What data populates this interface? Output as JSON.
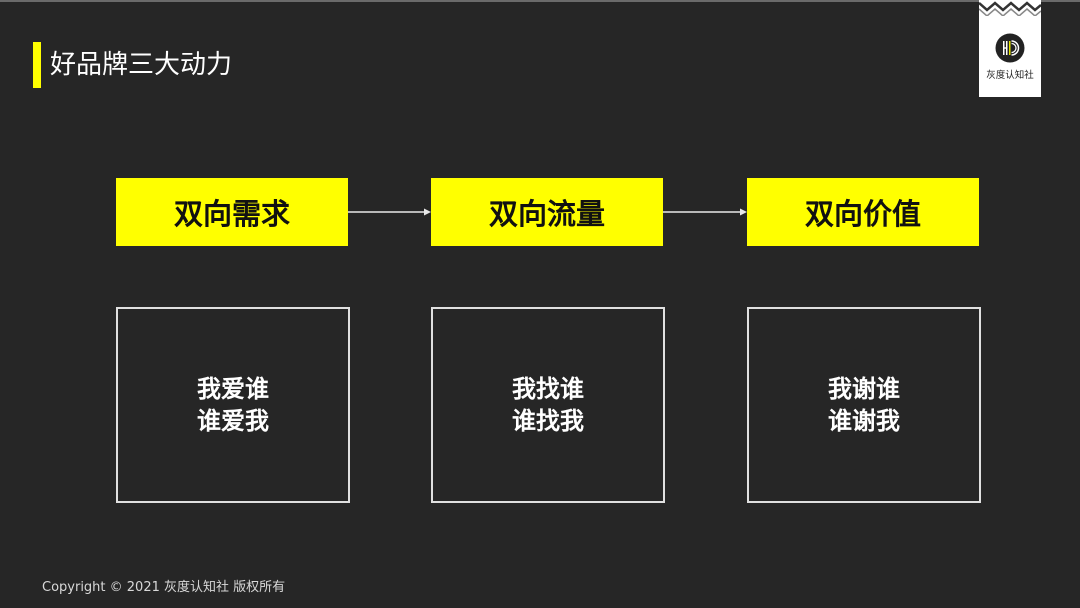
{
  "slide": {
    "title": "好品牌三大动力",
    "accent_color": "#ffff00",
    "background_color": "#262626"
  },
  "logo": {
    "mark": "HD",
    "name": "灰度认知社"
  },
  "flow": {
    "steps": [
      {
        "label": "双向需求",
        "lines": [
          "我爱谁",
          "谁爱我"
        ]
      },
      {
        "label": "双向流量",
        "lines": [
          "我找谁",
          "谁找我"
        ]
      },
      {
        "label": "双向价值",
        "lines": [
          "我谢谁",
          "谁谢我"
        ]
      }
    ]
  },
  "footer": {
    "copyright": "Copyright © 2021 灰度认知社 版权所有"
  }
}
